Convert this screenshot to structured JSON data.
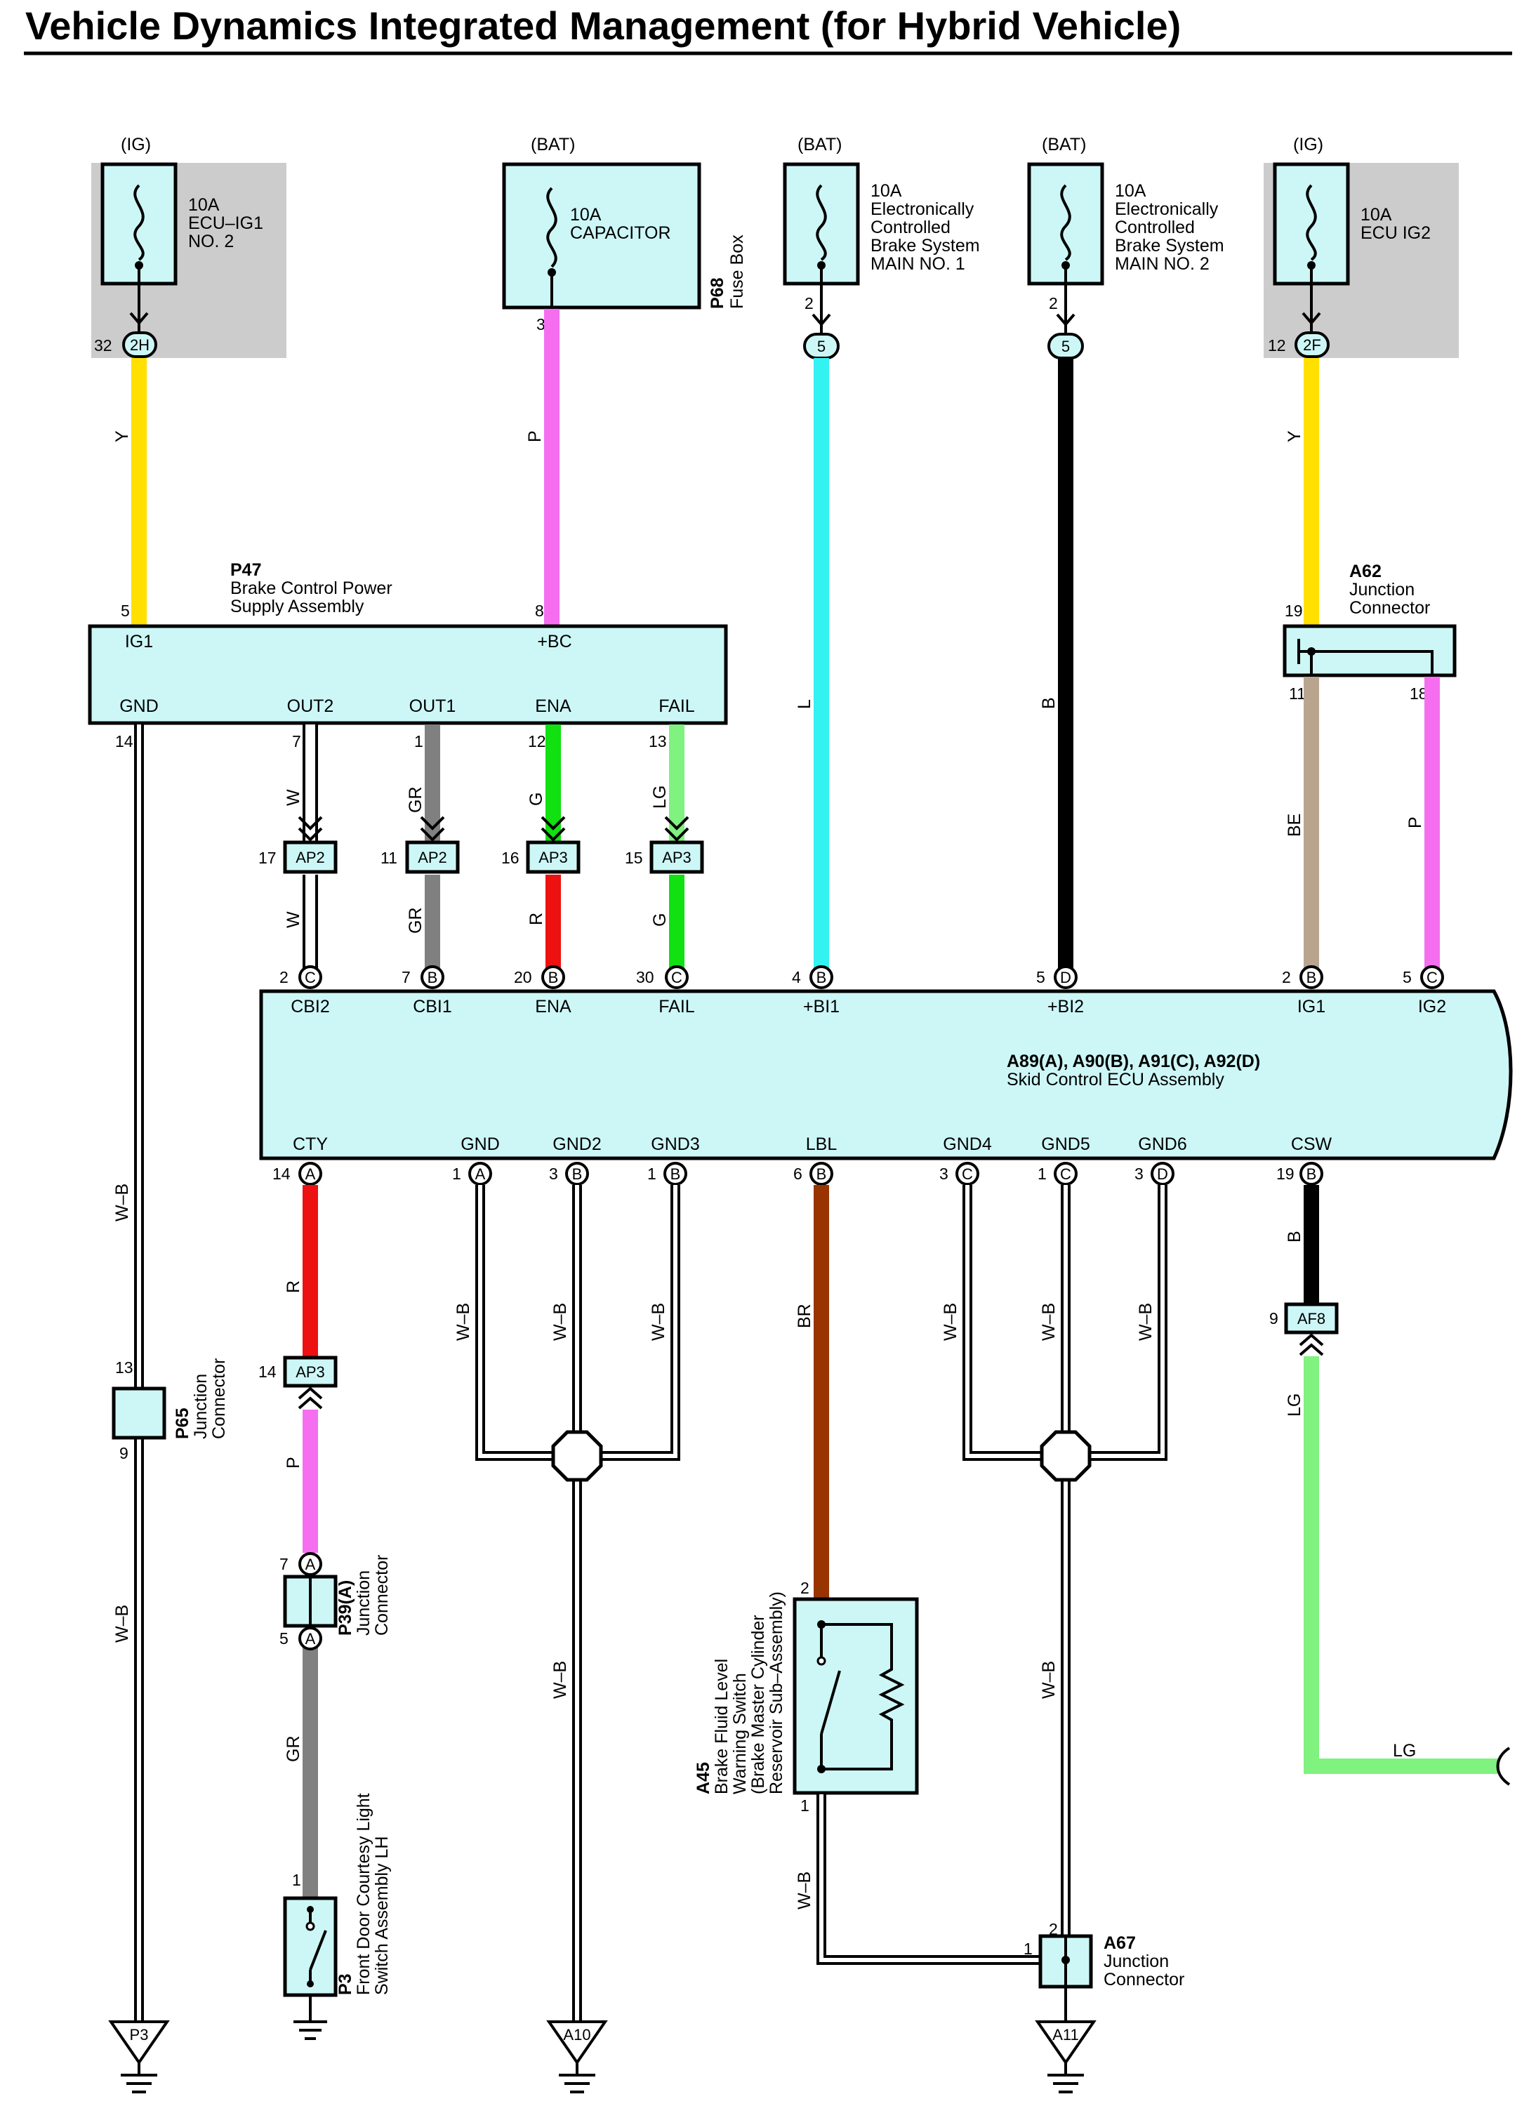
{
  "title": "Vehicle Dynamics Integrated Management (for Hybrid Vehicle)",
  "fuses": [
    {
      "supply": "(IG)",
      "rating": "10A",
      "lines": [
        "ECU–IG1",
        "NO. 2"
      ],
      "pin": "32",
      "conn": "2H"
    },
    {
      "supply": "(BAT)",
      "rating": "10A",
      "lines": [
        "CAPACITOR"
      ],
      "pin": "3",
      "conn": ""
    },
    {
      "supply": "(BAT)",
      "rating": "10A",
      "lines": [
        "Electronically",
        "Controlled",
        "Brake System",
        "MAIN NO. 1"
      ],
      "pin": "2",
      "conn": "5"
    },
    {
      "supply": "(BAT)",
      "rating": "10A",
      "lines": [
        "Electronically",
        "Controlled",
        "Brake System",
        "MAIN NO. 2"
      ],
      "pin": "2",
      "conn": "5"
    },
    {
      "supply": "(IG)",
      "rating": "10A",
      "lines": [
        "ECU IG2"
      ],
      "pin": "12",
      "conn": "2F"
    }
  ],
  "fuse_box": {
    "code": "P68",
    "name": "Fuse Box"
  },
  "p47": {
    "code": "P47",
    "name1": "Brake Control Power",
    "name2": "Supply Assembly",
    "top_terms": [
      {
        "name": "IG1",
        "pin": "5"
      },
      {
        "name": "+BC",
        "pin": "8"
      }
    ],
    "bottom_terms": [
      {
        "name": "GND",
        "pin": "14"
      },
      {
        "name": "OUT2",
        "pin": "7"
      },
      {
        "name": "OUT1",
        "pin": "1"
      },
      {
        "name": "ENA",
        "pin": "12"
      },
      {
        "name": "FAIL",
        "pin": "13"
      }
    ]
  },
  "a62": {
    "code": "A62",
    "name1": "Junction",
    "name2": "Connector",
    "pin_in": "19",
    "pin_out1": "11",
    "pin_out2": "18"
  },
  "ecu": {
    "code": "A89(A), A90(B), A91(C), A92(D)",
    "name": "Skid Control ECU Assembly",
    "top_terms": [
      {
        "name": "CBI2",
        "pin": "2",
        "conn": "C"
      },
      {
        "name": "CBI1",
        "pin": "7",
        "conn": "B"
      },
      {
        "name": "ENA",
        "pin": "20",
        "conn": "B"
      },
      {
        "name": "FAIL",
        "pin": "30",
        "conn": "C"
      },
      {
        "name": "+BI1",
        "pin": "4",
        "conn": "B"
      },
      {
        "name": "+BI2",
        "pin": "5",
        "conn": "D"
      },
      {
        "name": "IG1",
        "pin": "2",
        "conn": "B"
      },
      {
        "name": "IG2",
        "pin": "5",
        "conn": "C"
      }
    ],
    "bottom_terms": [
      {
        "name": "CTY",
        "pin": "14",
        "conn": "A"
      },
      {
        "name": "GND",
        "pin": "1",
        "conn": "A"
      },
      {
        "name": "GND2",
        "pin": "3",
        "conn": "B"
      },
      {
        "name": "GND3",
        "pin": "1",
        "conn": "B"
      },
      {
        "name": "LBL",
        "pin": "6",
        "conn": "B"
      },
      {
        "name": "GND4",
        "pin": "3",
        "conn": "C"
      },
      {
        "name": "GND5",
        "pin": "1",
        "conn": "C"
      },
      {
        "name": "GND6",
        "pin": "3",
        "conn": "D"
      },
      {
        "name": "CSW",
        "pin": "19",
        "conn": "B"
      }
    ]
  },
  "inline_connectors": [
    {
      "code": "AP2",
      "pin": "17"
    },
    {
      "code": "AP2",
      "pin": "11"
    },
    {
      "code": "AP3",
      "pin": "16"
    },
    {
      "code": "AP3",
      "pin": "15"
    },
    {
      "code": "AP3",
      "pin": "14"
    },
    {
      "code": "AF8",
      "pin": "9"
    }
  ],
  "wire_colors": {
    "y1": "Y",
    "p_bc": "P",
    "l": "L",
    "b": "B",
    "y2": "Y",
    "be": "BE",
    "p_ig2": "P",
    "w_up": "W",
    "gr_up": "GR",
    "g_up": "G",
    "lg_up": "LG",
    "w_dn": "W",
    "gr_dn": "GR",
    "r_dn": "R",
    "g_dn": "G",
    "wb_gnd": "W–B",
    "wb_gnd2": "W–B",
    "r_cty": "R",
    "p_cty": "P",
    "gr_cty": "GR",
    "wb1": "W–B",
    "wb2": "W–B",
    "wb3": "W–B",
    "br": "BR",
    "wb4": "W–B",
    "wb5": "W–B",
    "wb6": "W–B",
    "b_csw": "B",
    "lg_csw": "LG",
    "lg_h": "LG",
    "wb_a11": "W–B",
    "wb_a10": "W–B",
    "wb_a45": "W–B"
  },
  "p65": {
    "code": "P65",
    "name1": "Junction",
    "name2": "Connector",
    "pin_top": "13",
    "pin_bot": "9"
  },
  "p39": {
    "code": "P39(A)",
    "name1": "Junction",
    "name2": "Connector",
    "pin_top": "7",
    "pin_bot": "5",
    "conn": "A"
  },
  "p3": {
    "code": "P3",
    "name1": "Front Door Courtesy Light",
    "name2": "Switch Assembly LH",
    "pin": "1"
  },
  "a45": {
    "code": "A45",
    "name1": "Brake Fluid Level",
    "name2": "Warning Switch",
    "name3": "(Brake Master Cylinder",
    "name4": "Reservoir Sub–Assembly)",
    "pin_top": "2",
    "pin_bot": "1"
  },
  "a67": {
    "code": "A67",
    "name1": "Junction",
    "name2": "Connector",
    "pin_left": "1",
    "pin_top": "2"
  },
  "grounds": [
    "P3",
    "A10",
    "A11"
  ],
  "colors": {
    "Y": "#ffe000",
    "P": "#f56ef0",
    "L": "#33f2f2",
    "B": "#000000",
    "BE": "#b9a58f",
    "W": "#ffffff",
    "GR": "#808080",
    "G": "#11e011",
    "LG": "#7ff27f",
    "R": "#ee1111",
    "BR": "#993300",
    "box_fill": "#cdf7f7",
    "shade": "#cccccc"
  }
}
